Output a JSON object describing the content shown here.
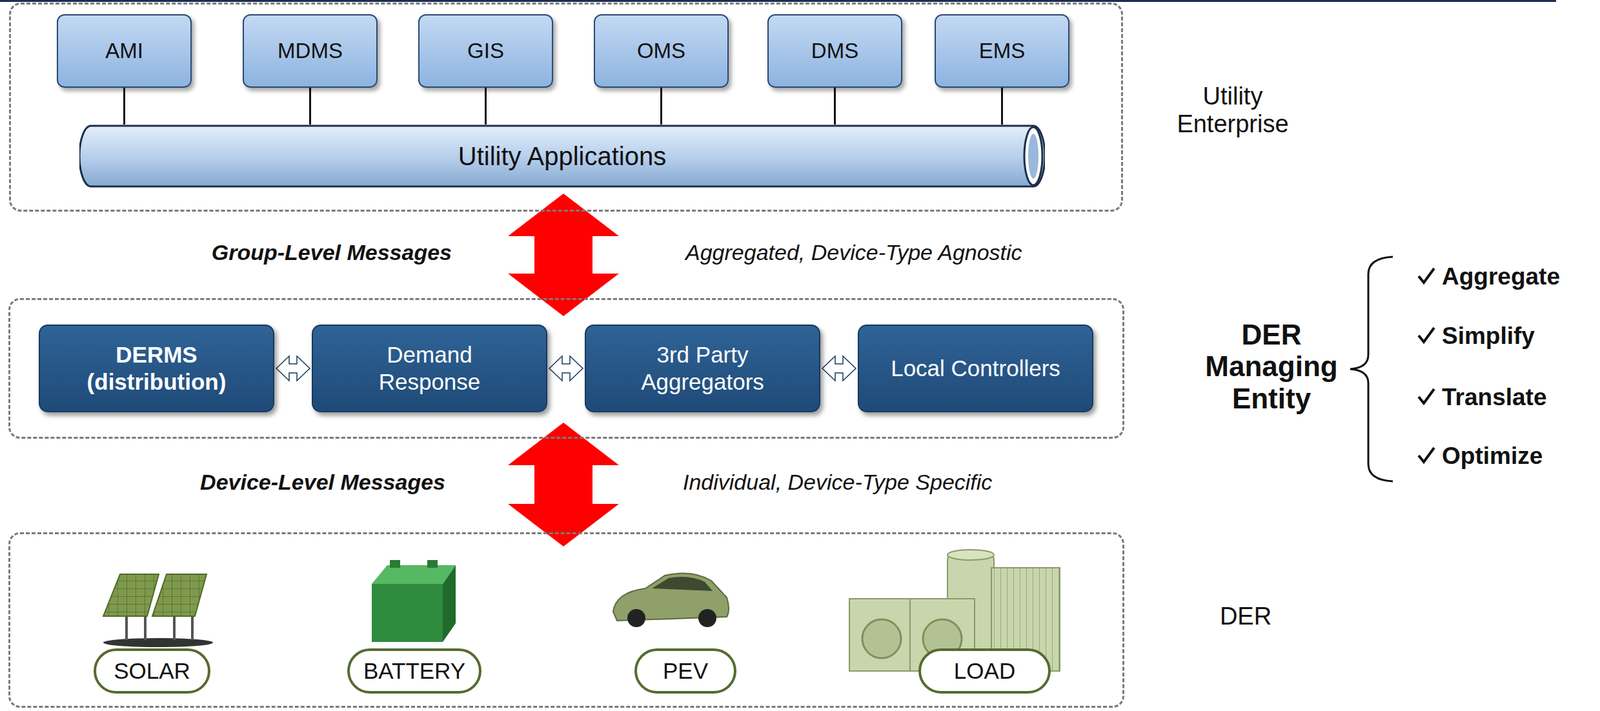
{
  "diagram": {
    "nodes": [
      {
        "text": [
          "Utility Enterprise"
        ]
      },
      {
        "text": [
          "AMI"
        ],
        "in": 0
      },
      {
        "text": [
          "MDMS"
        ],
        "in": 0
      },
      {
        "text": [
          "GIS"
        ],
        "in": 0
      },
      {
        "text": [
          "OMS"
        ],
        "in": 0
      },
      {
        "text": [
          "DMS"
        ],
        "in": 0
      },
      {
        "text": [
          "EMS"
        ],
        "in": 0
      },
      {
        "text": [
          "Utility Applications"
        ],
        "in": 0
      },
      {
        "text": [
          "DER Managing Entity"
        ]
      },
      {
        "text": [
          "DERMS (distribution)"
        ],
        "in": 8
      },
      {
        "text": [
          "Demand Response"
        ],
        "in": 8
      },
      {
        "text": [
          "3rd Party Aggregators"
        ],
        "in": 8
      },
      {
        "text": [
          "Local Controllers"
        ],
        "in": 8
      },
      {
        "text": [
          "DER"
        ]
      },
      {
        "text": [
          "SOLAR"
        ],
        "in": 13
      },
      {
        "text": [
          "BATTERY"
        ],
        "in": 13
      },
      {
        "text": [
          "PEV"
        ],
        "in": 13
      },
      {
        "text": [
          "LOAD"
        ],
        "in": 13
      }
    ],
    "edges": [
      {
        "from": 1,
        "to": 7,
        "arrow": "none"
      },
      {
        "from": 2,
        "to": 7,
        "arrow": "none"
      },
      {
        "from": 3,
        "to": 7,
        "arrow": "none"
      },
      {
        "from": 4,
        "to": 7,
        "arrow": "none"
      },
      {
        "from": 5,
        "to": 7,
        "arrow": "none"
      },
      {
        "from": 6,
        "to": 7,
        "arrow": "none"
      },
      {
        "from": 0,
        "to": 8,
        "arrow": "both"
      },
      {
        "from": 9,
        "to": 10,
        "arrow": "both"
      },
      {
        "from": 10,
        "to": 11,
        "arrow": "both"
      },
      {
        "from": 11,
        "to": 12,
        "arrow": "both"
      },
      {
        "from": 8,
        "to": 13,
        "arrow": "both"
      }
    ],
    "labels": [
      "Group-Level Messages",
      "Aggregated, Device-Type Agnostic",
      "Device-Level Messages",
      "Individual, Device-Type Specific",
      "Aggregate",
      "Simplify",
      "Translate",
      "Optimize"
    ]
  }
}
